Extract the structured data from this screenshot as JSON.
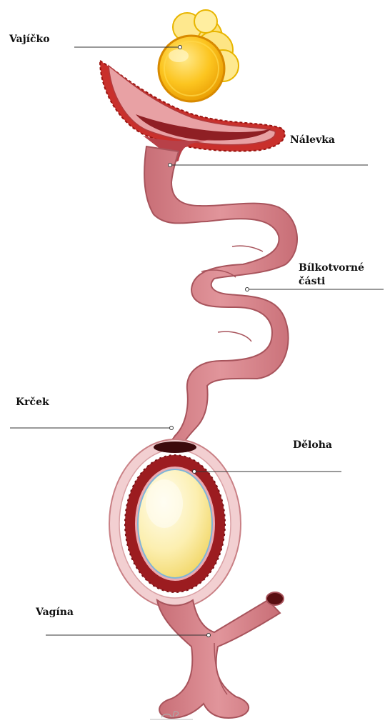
{
  "labels": {
    "egg": "Vajíčko",
    "infundibulum": "Nálevka",
    "magnum_line1": "Bílkotvorné",
    "magnum_line2": "části",
    "isthmus": "Krček",
    "uterus": "Děloha",
    "vagina": "Vagína"
  },
  "signature": "CP",
  "colors": {
    "tube": "#d97f86",
    "tube_edge": "#a8545c",
    "tube_dark": "#8f1f24",
    "funnel_frill": "#c9302c",
    "uterus_wall": "#9c1c20",
    "uterus_outer": "#f2cfd1",
    "yolk": "#f5b800",
    "eggshell": "#fbecaa",
    "leader_line": "#333333"
  }
}
